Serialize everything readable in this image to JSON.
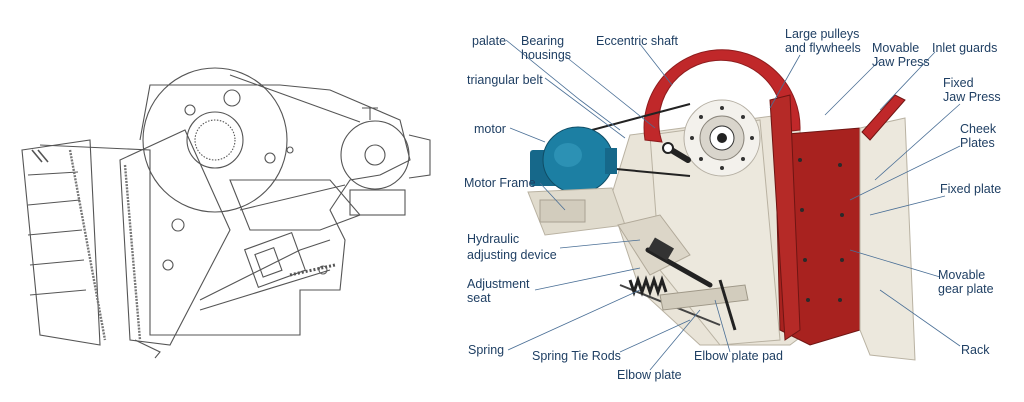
{
  "colors": {
    "label": "#1f3f63",
    "leader": "#4a6f96",
    "line_drawing": "#555555",
    "frame": "#e9e4d8",
    "frame_edge": "#b9b2a2",
    "flywheel": "#c0282a",
    "jaw": "#a8221f",
    "motor": "#1c7fa3",
    "spring": "#333333"
  },
  "labels": {
    "palate": "palate",
    "bearing_housings_1": "Bearing",
    "bearing_housings_2": "housings",
    "eccentric_shaft": "Eccentric shaft",
    "pulleys_1": "Large pulleys",
    "pulleys_2": "and flywheels",
    "movable_jaw_1": "Movable",
    "movable_jaw_2": "Jaw Press",
    "inlet_guards": "Inlet guards",
    "fixed_jaw_1": "Fixed",
    "fixed_jaw_2": "Jaw Press",
    "triangular_belt": "triangular belt",
    "motor": "motor",
    "cheek_1": "Cheek",
    "cheek_2": "Plates",
    "motor_frame": "Motor Frame",
    "fixed_plate": "Fixed plate",
    "hydraulic_1": "Hydraulic",
    "hydraulic_2": "adjusting device",
    "movable_gear_1": "Movable",
    "movable_gear_2": "gear plate",
    "adjustment_1": "Adjustment",
    "adjustment_2": "seat",
    "rack": "Rack",
    "spring": "Spring",
    "spring_tie_rods": "Spring Tie Rods",
    "elbow_plate_pad": "Elbow plate pad",
    "elbow_plate": "Elbow plate"
  }
}
